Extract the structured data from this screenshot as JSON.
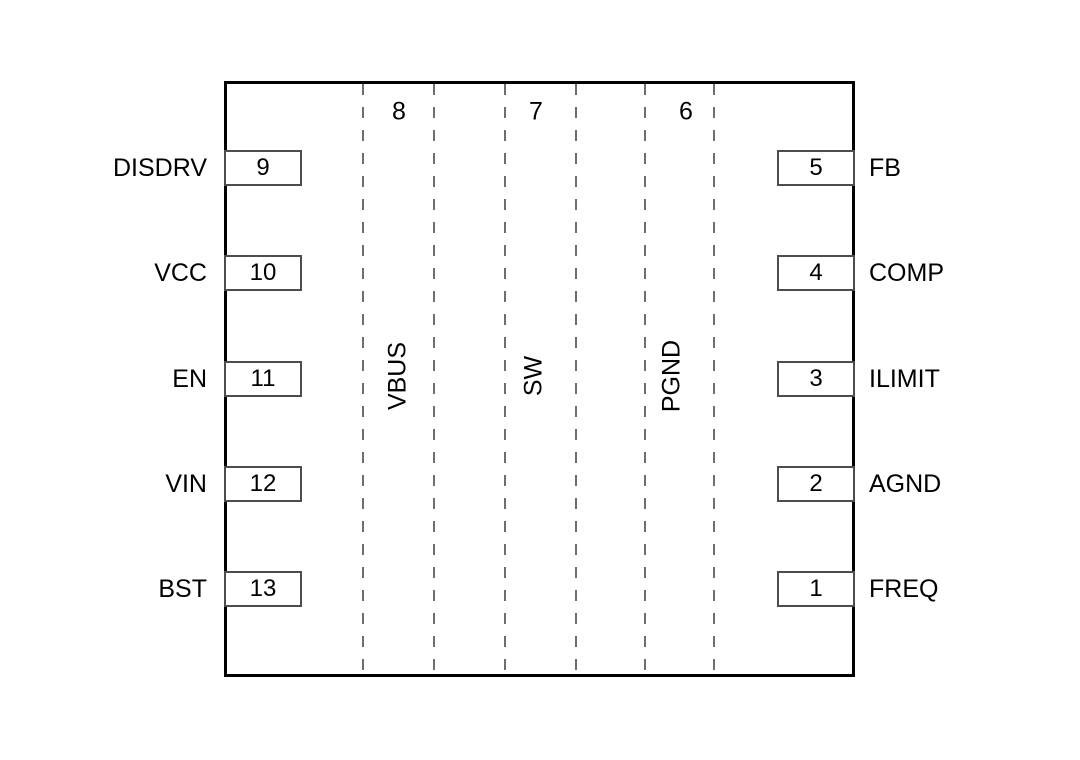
{
  "diagram": {
    "type": "ic-pinout",
    "colors": {
      "background": "#ffffff",
      "outline": "#000000",
      "pin_border": "#4d4d4d",
      "dash_line": "#6e6e6e",
      "text": "#000000"
    },
    "pads": [
      {
        "number": "8",
        "label": "VBUS"
      },
      {
        "number": "7",
        "label": "SW"
      },
      {
        "number": "6",
        "label": "PGND"
      }
    ],
    "left_pins": [
      {
        "number": "9",
        "label": "DISDRV"
      },
      {
        "number": "10",
        "label": "VCC"
      },
      {
        "number": "11",
        "label": "EN"
      },
      {
        "number": "12",
        "label": "VIN"
      },
      {
        "number": "13",
        "label": "BST"
      }
    ],
    "right_pins": [
      {
        "number": "5",
        "label": "FB"
      },
      {
        "number": "4",
        "label": "COMP"
      },
      {
        "number": "3",
        "label": "ILIMIT"
      },
      {
        "number": "2",
        "label": "AGND"
      },
      {
        "number": "1",
        "label": "FREQ"
      }
    ]
  }
}
